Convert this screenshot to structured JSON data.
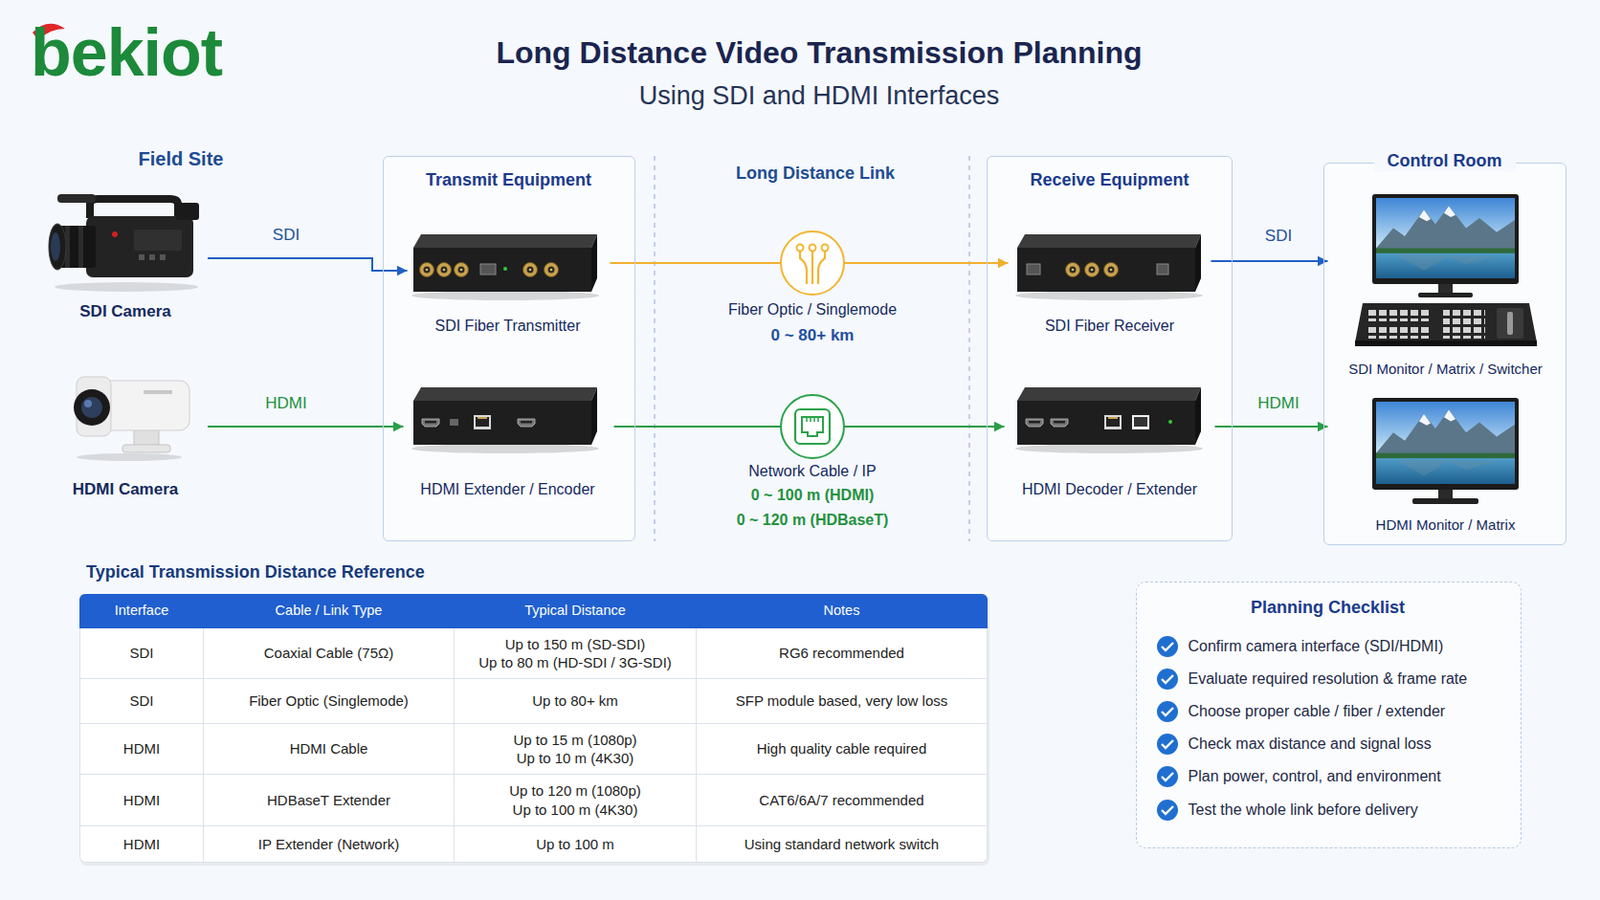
{
  "diagram": {
    "title": "Long Distance Video Transmission Planning",
    "nodes": [
      {
        "text": [
          "SDI Camera"
        ]
      },
      {
        "text": [
          "HDMI Camera"
        ]
      },
      {
        "text": [
          "Transmit Equipment"
        ]
      },
      {
        "text": [
          "SDI Fiber Transmitter"
        ],
        "in": 2
      },
      {
        "text": [
          "HDMI Extender / Encoder"
        ],
        "in": 2
      },
      {
        "text": [
          "Fiber Optic / Singlemode",
          "0 ~ 80+ km"
        ]
      },
      {
        "text": [
          "Network Cable / IP",
          "0 ~ 100 m (HDMI)",
          "0 ~ 120 m (HDBaseT)"
        ]
      },
      {
        "text": [
          "Receive Equipment"
        ]
      },
      {
        "text": [
          "SDI Fiber Receiver"
        ],
        "in": 7
      },
      {
        "text": [
          "HDMI Decoder / Extender"
        ],
        "in": 7
      },
      {
        "text": [
          "Control Room"
        ]
      },
      {
        "text": [
          "SDI Monitor / Matrix / Switcher"
        ],
        "in": 10
      },
      {
        "text": [
          "HDMI Monitor / Matrix"
        ],
        "in": 10
      },
      {
        "text": [
          "Planning Checklist",
          "Confirm camera interface (SDI/HDMI)",
          "Evaluate required resolution & frame rate",
          "Choose proper cable / fiber / extender",
          "Check max distance and signal loss",
          "Plan power, control, and environment",
          "Test the whole link before delivery"
        ]
      }
    ],
    "edges": [
      {
        "from": 0,
        "to": 3,
        "label": "SDI",
        "arrow": "to"
      },
      {
        "from": 1,
        "to": 4,
        "label": "HDMI",
        "arrow": "to"
      },
      {
        "from": 3,
        "to": 5,
        "arrow": "none"
      },
      {
        "from": 5,
        "to": 8,
        "arrow": "to"
      },
      {
        "from": 4,
        "to": 6,
        "arrow": "none"
      },
      {
        "from": 6,
        "to": 9,
        "arrow": "to"
      },
      {
        "from": 8,
        "to": 11,
        "label": "SDI",
        "arrow": "to"
      },
      {
        "from": 9,
        "to": 12,
        "label": "HDMI",
        "arrow": "to"
      }
    ],
    "labels": [
      "bekiot",
      "Using SDI and HDMI Interfaces",
      "Field Site",
      "Long Distance Link",
      "Typical Transmission Distance Reference",
      "Interface",
      "Cable / Link Type",
      "Typical Distance",
      "Notes",
      "SDI",
      "Coaxial Cable (75Ω)",
      "Up to 150 m (SD-SDI)",
      "Up to 80 m (HD-SDI / 3G-SDI)",
      "RG6 recommended",
      "SDI",
      "Fiber Optic (Singlemode)",
      "Up to 80+ km",
      "SFP module based, very low loss",
      "HDMI",
      "HDMI Cable",
      "Up to 15 m (1080p)",
      "Up to 10 m (4K30)",
      "High quality cable required",
      "HDMI",
      "HDBaseT Extender",
      "Up to 120 m (1080p)",
      "Up to 100 m (4K30)",
      "CAT6/6A/7 recommended",
      "HDMI",
      "IP Extender (Network)",
      "Up to 100 m",
      "Using standard network switch"
    ]
  }
}
